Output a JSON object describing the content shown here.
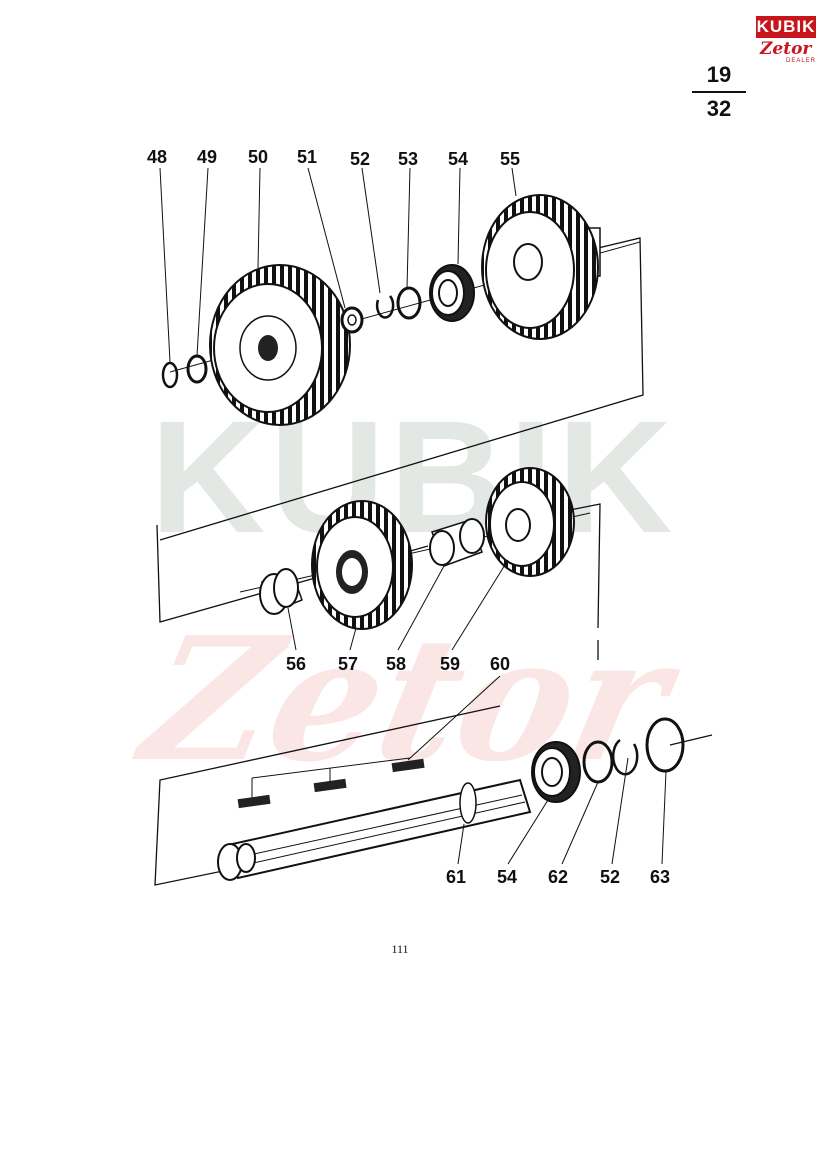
{
  "logo": {
    "brand": "KUBIK",
    "sub": "Zetor",
    "dealer": "DEALER"
  },
  "watermark": {
    "top": "KUBIK",
    "bottom": "Zetor"
  },
  "sheet": {
    "numerator": "19",
    "denominator": "32"
  },
  "part_labels": [
    "48",
    "49",
    "50",
    "51",
    "52",
    "53",
    "54",
    "55",
    "56",
    "57",
    "58",
    "59",
    "60",
    "61",
    "54",
    "62",
    "52",
    "63"
  ],
  "page_number": "111",
  "colors": {
    "brand_red": "#c8151b",
    "ink": "#111111",
    "watermark_grey": "#e3e8e4",
    "watermark_pink": "#fbe6e6"
  }
}
